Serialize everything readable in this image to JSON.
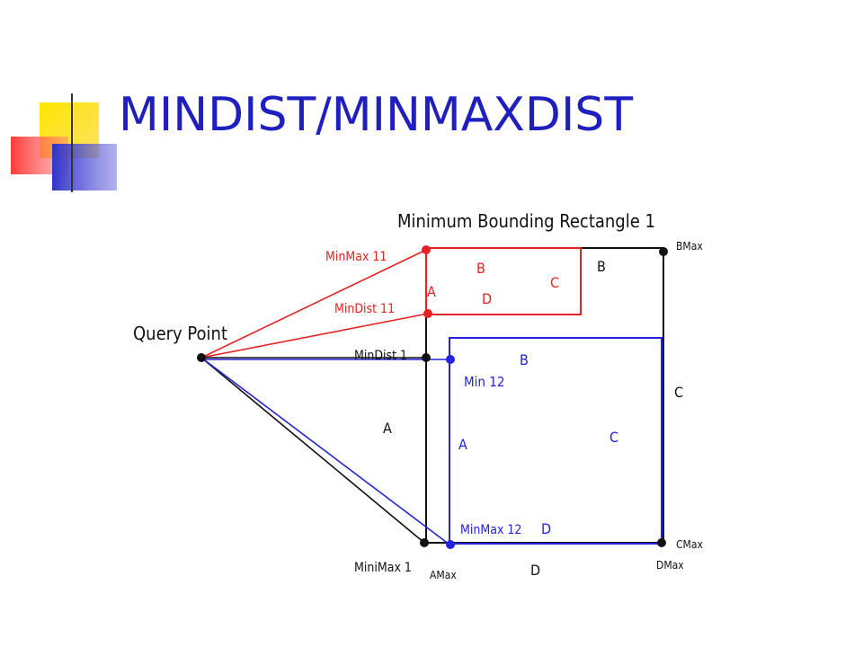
{
  "slide": {
    "title": "MINDIST/MINMAXDIST"
  },
  "colors": {
    "title": "#1f1fbf",
    "red": "#e52222",
    "blue": "#2323dd",
    "black": "#111111"
  },
  "diagram": {
    "mbr_title": "Minimum Bounding Rectangle 1",
    "query_point": "Query Point",
    "labels": {
      "minmax11": "MinMax 11",
      "mindist11": "MinDist 11",
      "mindist1": "MinDist 1",
      "min12": "Min 12",
      "minmax12": "MinMax 12",
      "minimax1": "MiniMax 1",
      "amax": "AMax",
      "bmax": "BMax",
      "cmax": "CMax",
      "dmax": "DMax"
    },
    "red_rect_sides": {
      "a": "A",
      "b": "B",
      "c": "C",
      "d": "D"
    },
    "blue_rect_sides": {
      "a": "A",
      "b": "B",
      "c": "C",
      "d": "D"
    },
    "black_rect_sides": {
      "a": "A",
      "b": "B",
      "c": "C",
      "d": "D"
    }
  }
}
